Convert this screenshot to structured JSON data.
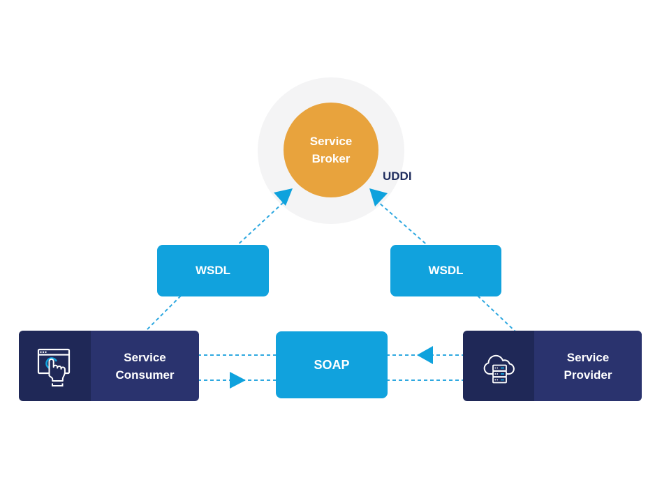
{
  "nodes": {
    "broker": {
      "line1": "Service",
      "line2": "Broker"
    },
    "uddi": "UDDI",
    "wsdl_left": "WSDL",
    "wsdl_right": "WSDL",
    "soap": "SOAP",
    "consumer": {
      "line1": "Service",
      "line2": "Consumer"
    },
    "provider": {
      "line1": "Service",
      "line2": "Provider"
    }
  },
  "icons": {
    "consumer": "browser-click-icon",
    "provider": "cloud-server-icon"
  },
  "colors": {
    "bright_blue": "#11A2DD",
    "dash_blue": "#2EA8E0",
    "arrow_blue": "#0FA2DD",
    "orange": "#E8A33D",
    "circle_gray": "#F4F4F5",
    "navy_dark": "#1F2857",
    "navy": "#2A336E",
    "uddi_text": "#1F2D5E"
  }
}
